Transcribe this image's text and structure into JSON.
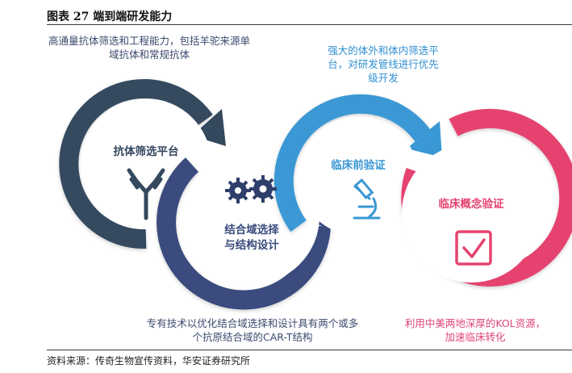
{
  "figure": {
    "title": "图表 27 端到端研发能力",
    "source": "资料来源：传奇生物宣传资料，华安证券研究所"
  },
  "stages": [
    {
      "label": "抗体筛选平台",
      "icon": "antibody-icon",
      "color": "#34485e",
      "note_lines": [
        "高通量抗体筛选和工程能力，包括羊驼来源单",
        "域抗体和常规抗体"
      ]
    },
    {
      "label_lines": [
        "结合域选择",
        "与结构设计"
      ],
      "icon": "gears-icon",
      "color": "#3a4c7e",
      "note_lines": [
        "专有技术以优化结合域选择和设计具有两个或多",
        "个抗原结合域的CAR-T结构"
      ]
    },
    {
      "label": "临床前验证",
      "icon": "microscope-icon",
      "color": "#3a98d4",
      "note_lines": [
        "强大的体外和体内筛选平",
        "台，对研发管线进行优先",
        "级开发"
      ]
    },
    {
      "label": "临床概念验证",
      "icon": "checkbox-icon",
      "color": "#e5436f",
      "note_lines": [
        "利用中美两地深厚的KOL资源，",
        "加速临床转化"
      ]
    }
  ]
}
